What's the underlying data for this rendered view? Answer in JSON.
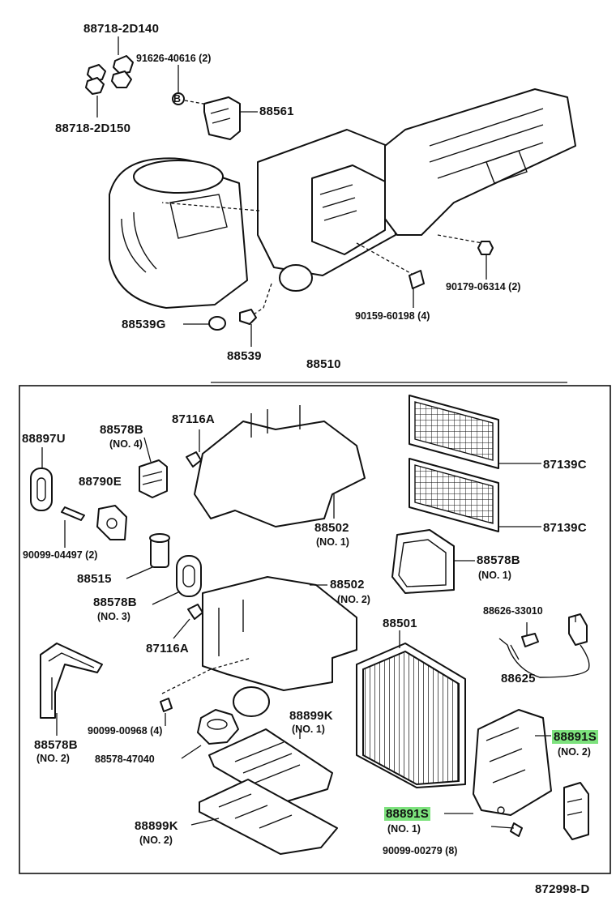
{
  "diagram": {
    "labels": {
      "l1": "88718-2D140",
      "l2": "91626-40616 (2)",
      "l3": "88718-2D150",
      "l4": "88561",
      "l5": "90179-06314 (2)",
      "l6": "88539G",
      "l7": "90159-60198 (4)",
      "l8": "88539",
      "l9": "88510",
      "l10": "88897U",
      "l11": "88578B",
      "l11b": "(NO. 4)",
      "l12": "87116A",
      "l13": "87139C",
      "l14": "88790E",
      "l15": "87139C",
      "l16": "90099-04497 (2)",
      "l17": "88502",
      "l17b": "(NO. 1)",
      "l18": "88578B",
      "l18b": "(NO. 1)",
      "l19": "88515",
      "l20": "88502",
      "l20b": "(NO. 2)",
      "l21": "88578B",
      "l21b": "(NO. 3)",
      "l22": "88626-33010",
      "l23": "88501",
      "l24": "87116A",
      "l25": "88625",
      "l26": "88899K",
      "l26b": "(NO. 1)",
      "l27": "90099-00968 (4)",
      "l28": "88891S",
      "l28b": "(NO. 2)",
      "l29": "88578B",
      "l29b": "(NO. 2)",
      "l30": "88578-47040",
      "l31": "88891S",
      "l31b": "(NO. 1)",
      "l32": "88899K",
      "l32b": "(NO. 2)",
      "l33": "90099-00279 (8)",
      "l34": "872998-D",
      "b": "B"
    },
    "colors": {
      "highlight": "#7de27d",
      "ink": "#111111"
    }
  }
}
